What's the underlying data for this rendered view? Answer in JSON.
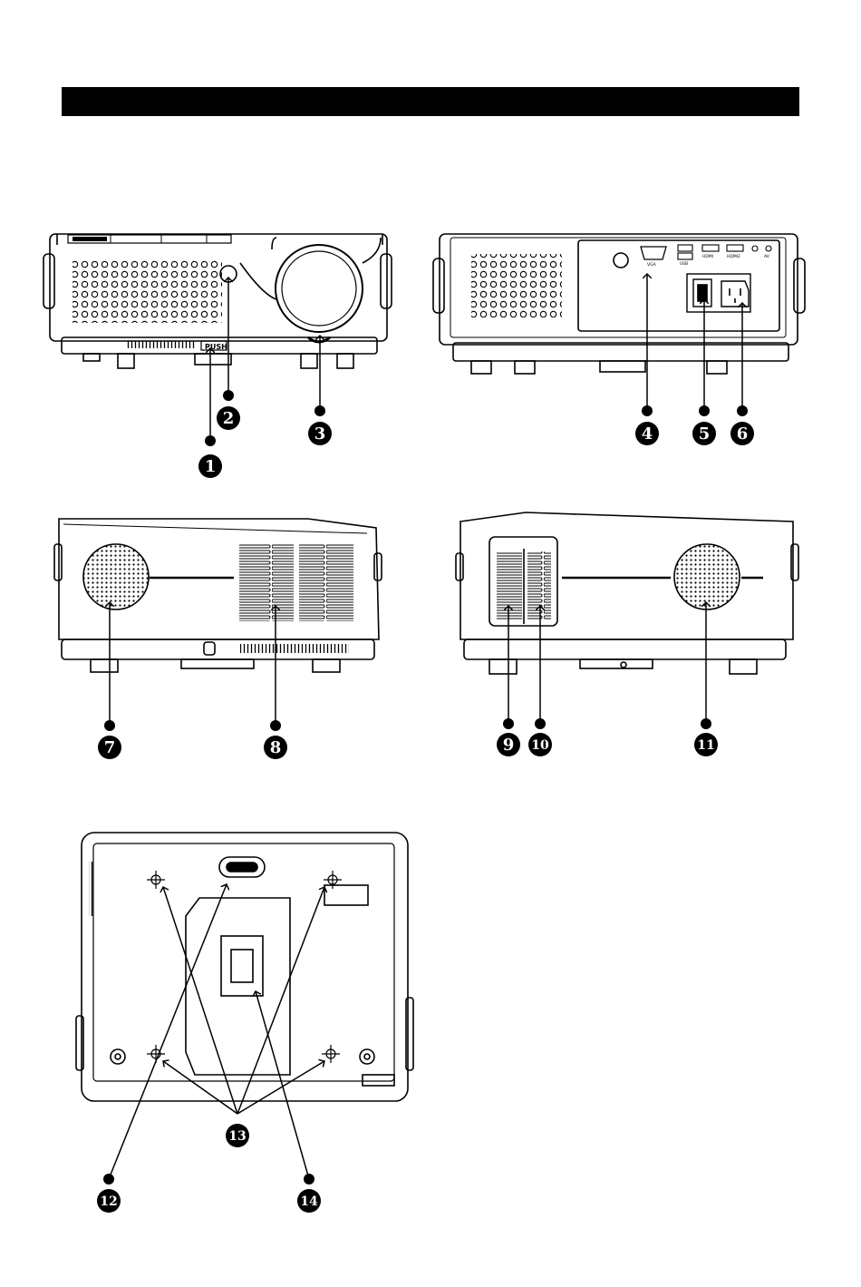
{
  "header_bar": {
    "color": "#000000",
    "text": ""
  },
  "front_view": {
    "push_label": "PUSH"
  },
  "rear_view": {
    "port_labels": [
      "VGA",
      "USB",
      "HDMI",
      "HDMI2",
      "AV"
    ]
  },
  "callouts": [
    "1",
    "2",
    "3",
    "4",
    "5",
    "6",
    "7",
    "8",
    "9",
    "10",
    "11",
    "12",
    "13",
    "14"
  ]
}
